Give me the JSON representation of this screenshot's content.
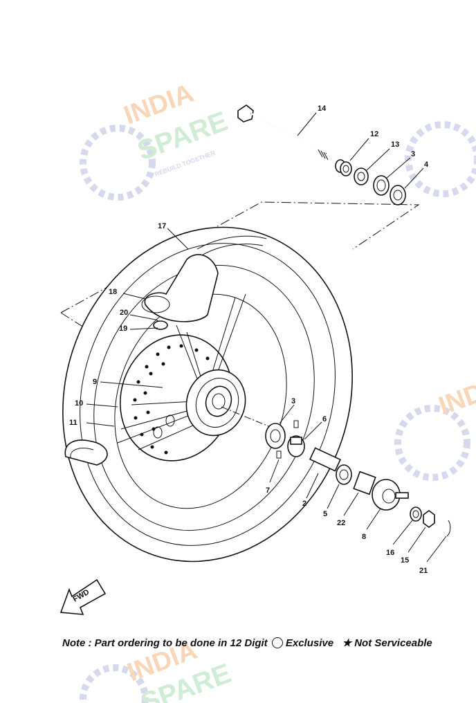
{
  "watermark": {
    "line1": "INDIA",
    "line2": "SPARE",
    "tagline": "REBUILD TOGETHER",
    "color_orange": "#f6c9a0",
    "color_green": "#bfe6c8",
    "color_blue": "#c9cde6"
  },
  "callouts": [
    {
      "id": "c14",
      "label": "14"
    },
    {
      "id": "c12",
      "label": "12"
    },
    {
      "id": "c13",
      "label": "13"
    },
    {
      "id": "c3a",
      "label": "3"
    },
    {
      "id": "c4",
      "label": "4"
    },
    {
      "id": "c17",
      "label": "17"
    },
    {
      "id": "c18",
      "label": "18"
    },
    {
      "id": "c20",
      "label": "20"
    },
    {
      "id": "c19",
      "label": "19"
    },
    {
      "id": "c9",
      "label": "9"
    },
    {
      "id": "c10",
      "label": "10"
    },
    {
      "id": "c11",
      "label": "11"
    },
    {
      "id": "c3b",
      "label": "3"
    },
    {
      "id": "c6",
      "label": "6"
    },
    {
      "id": "c7",
      "label": "7"
    },
    {
      "id": "c2",
      "label": "2"
    },
    {
      "id": "c5",
      "label": "5"
    },
    {
      "id": "c22",
      "label": "22"
    },
    {
      "id": "c8",
      "label": "8"
    },
    {
      "id": "c16",
      "label": "16"
    },
    {
      "id": "c15",
      "label": "15"
    },
    {
      "id": "c21",
      "label": "21"
    }
  ],
  "fwd_label": "FWD",
  "note": {
    "prefix": "Note : Part ordering to be done in 12 Digit",
    "exclusive": "Exclusive",
    "star": "★",
    "not_serviceable": "Not Serviceable"
  }
}
